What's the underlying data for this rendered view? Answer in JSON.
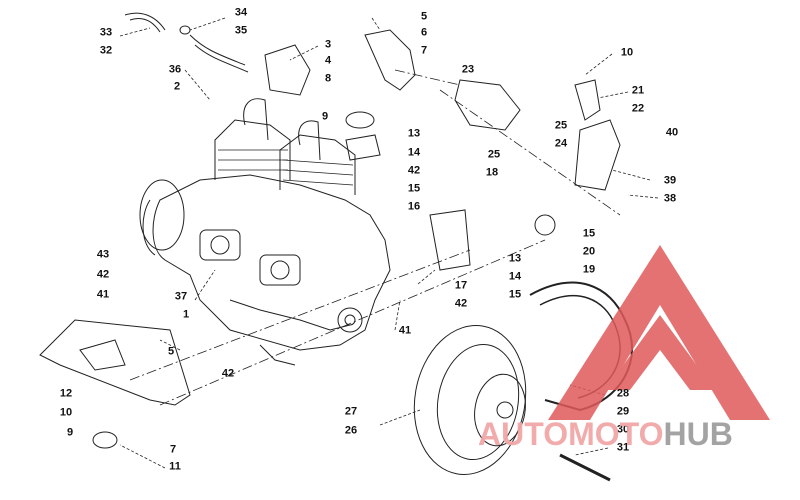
{
  "diagram": {
    "callouts": [
      {
        "id": "c33",
        "text": "33"
      },
      {
        "id": "c32",
        "text": "32"
      },
      {
        "id": "c34",
        "text": "34"
      },
      {
        "id": "c35",
        "text": "35"
      },
      {
        "id": "c36",
        "text": "36"
      },
      {
        "id": "c2",
        "text": "2"
      },
      {
        "id": "c3",
        "text": "3"
      },
      {
        "id": "c4",
        "text": "4"
      },
      {
        "id": "c8",
        "text": "8"
      },
      {
        "id": "c9a",
        "text": "9"
      },
      {
        "id": "c5a",
        "text": "5"
      },
      {
        "id": "c6",
        "text": "6"
      },
      {
        "id": "c7a",
        "text": "7"
      },
      {
        "id": "c23",
        "text": "23"
      },
      {
        "id": "c10a",
        "text": "10"
      },
      {
        "id": "c21",
        "text": "21"
      },
      {
        "id": "c22",
        "text": "22"
      },
      {
        "id": "c25a",
        "text": "25"
      },
      {
        "id": "c24",
        "text": "24"
      },
      {
        "id": "c40",
        "text": "40"
      },
      {
        "id": "c39",
        "text": "39"
      },
      {
        "id": "c38",
        "text": "38"
      },
      {
        "id": "c25b",
        "text": "25"
      },
      {
        "id": "c13a",
        "text": "13"
      },
      {
        "id": "c14a",
        "text": "14"
      },
      {
        "id": "c42a",
        "text": "42"
      },
      {
        "id": "c15a",
        "text": "15"
      },
      {
        "id": "c18",
        "text": "18"
      },
      {
        "id": "c16",
        "text": "16"
      },
      {
        "id": "c15b",
        "text": "15"
      },
      {
        "id": "c20",
        "text": "20"
      },
      {
        "id": "c19",
        "text": "19"
      },
      {
        "id": "c13b",
        "text": "13"
      },
      {
        "id": "c14b",
        "text": "14"
      },
      {
        "id": "c15c",
        "text": "15"
      },
      {
        "id": "c17",
        "text": "17"
      },
      {
        "id": "c42b",
        "text": "42"
      },
      {
        "id": "c43",
        "text": "43"
      },
      {
        "id": "c42c",
        "text": "42"
      },
      {
        "id": "c41a",
        "text": "41"
      },
      {
        "id": "c37",
        "text": "37"
      },
      {
        "id": "c1",
        "text": "1"
      },
      {
        "id": "c41b",
        "text": "41"
      },
      {
        "id": "c5b",
        "text": "5"
      },
      {
        "id": "c12",
        "text": "12"
      },
      {
        "id": "c42d",
        "text": "42"
      },
      {
        "id": "c10b",
        "text": "10"
      },
      {
        "id": "c9b",
        "text": "9"
      },
      {
        "id": "c7b",
        "text": "7"
      },
      {
        "id": "c11",
        "text": "11"
      },
      {
        "id": "c27",
        "text": "27"
      },
      {
        "id": "c26",
        "text": "26"
      },
      {
        "id": "c28",
        "text": "28"
      },
      {
        "id": "c29",
        "text": "29"
      },
      {
        "id": "c30",
        "text": "30"
      },
      {
        "id": "c31",
        "text": "31"
      }
    ]
  },
  "watermark": {
    "text_part1": "AUTOMOTO",
    "text_part2": "HUB",
    "color_accent": "#e05a5a",
    "color_secondary": "#9a9a9a"
  }
}
